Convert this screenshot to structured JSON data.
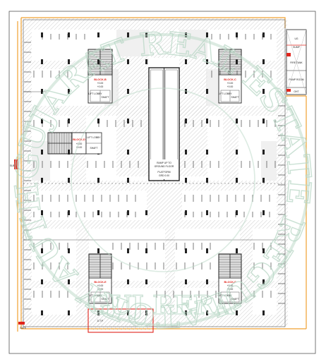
{
  "colors": {
    "boundary": "#f0a030",
    "accent_red": "#e0241b",
    "hatch": "#cfcfcf",
    "wall": "#333333",
    "watermark": "#b9d7c6"
  },
  "watermark": {
    "ring_text": "GUJARAT REAL ESTATE REGULATORY AUTHORITY",
    "center_text": "GUJ RERA"
  },
  "blocks": [
    {
      "id": "b",
      "name": "BLOCK-B",
      "line1": "+0.00",
      "line2": "+0.00"
    },
    {
      "id": "c",
      "name": "BLOCK-C",
      "line1": "+0.00",
      "line2": "+0.00"
    },
    {
      "id": "d",
      "name": "BLOCK-D",
      "line1": "+0.00",
      "line2": "+0.00"
    },
    {
      "id": "e",
      "name": "BLOCK-E",
      "line1": "+0.00",
      "line2": "+0.00"
    },
    {
      "id": "f",
      "name": "BLOCK-F",
      "line1": "+0.00",
      "line2": "+0.00"
    }
  ],
  "ramp": {
    "line1": "RAMP UP TO",
    "line2": "GROUND FLOOR",
    "line3": "PLATFORM",
    "line4": "GRD 0.00"
  },
  "side_legend": [
    "UG",
    "SUMP",
    "FIRE TANK",
    "PUMP ROOM",
    "OHT"
  ],
  "labels": {
    "dtp": "D.T.P.",
    "gate_mark": "GATE",
    "left_mark": "SLB",
    "lift_lobby": "LIFT LOBBY",
    "shaft": "SHAFT"
  }
}
